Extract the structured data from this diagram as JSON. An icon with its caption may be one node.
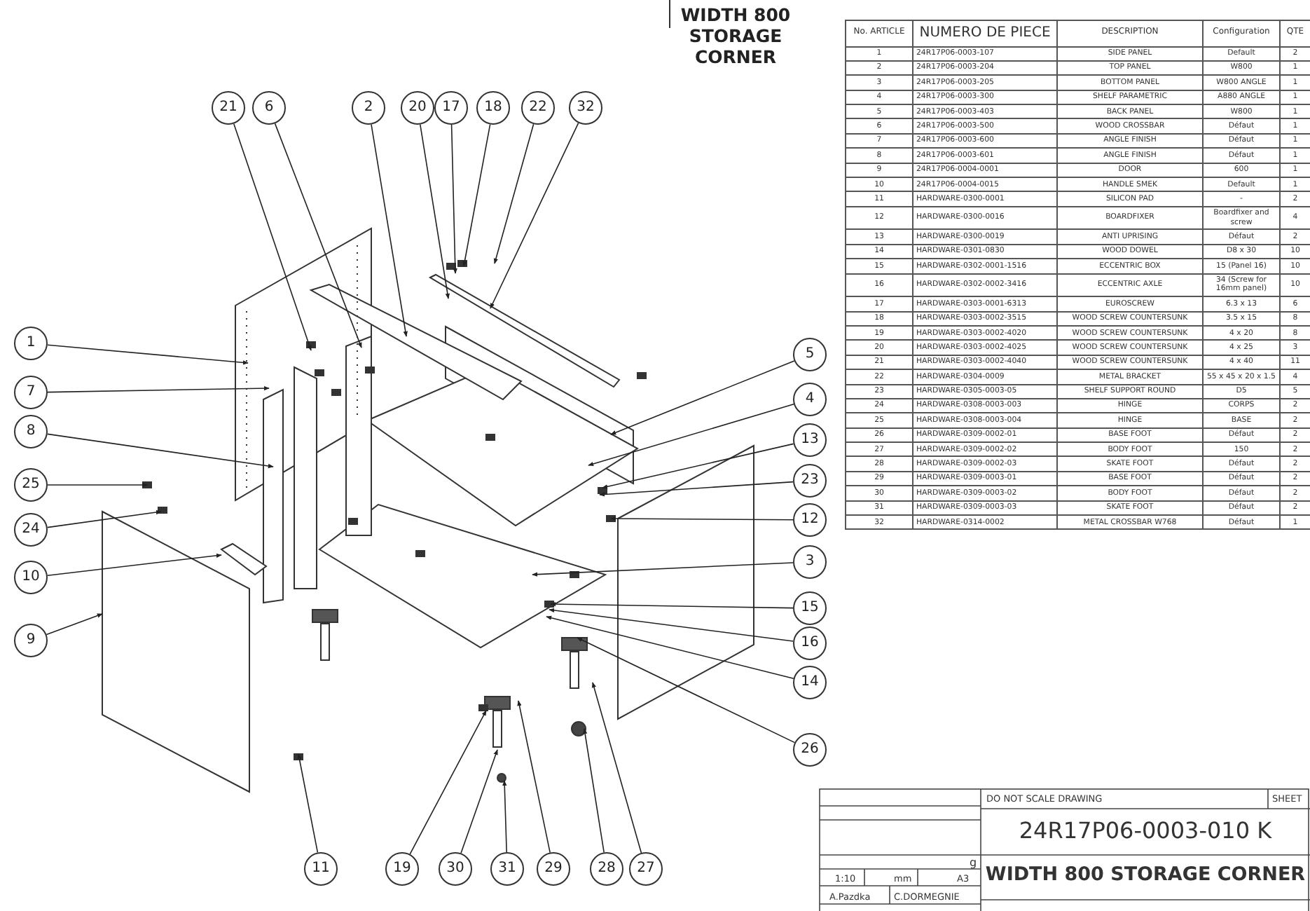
{
  "diagram": {
    "title": "WIDTH 800 STORAGE CORNER",
    "nodes": [
      {
        "text": [
          "21"
        ]
      },
      {
        "text": [
          "6"
        ]
      },
      {
        "text": [
          "2"
        ]
      },
      {
        "text": [
          "20"
        ]
      },
      {
        "text": [
          "17"
        ]
      },
      {
        "text": [
          "18"
        ]
      },
      {
        "text": [
          "22"
        ]
      },
      {
        "text": [
          "32"
        ]
      },
      {
        "text": [
          "1"
        ]
      },
      {
        "text": [
          "7"
        ]
      },
      {
        "text": [
          "8"
        ]
      },
      {
        "text": [
          "25"
        ]
      },
      {
        "text": [
          "24"
        ]
      },
      {
        "text": [
          "10"
        ]
      },
      {
        "text": [
          "9"
        ]
      },
      {
        "text": [
          "5"
        ]
      },
      {
        "text": [
          "4"
        ]
      },
      {
        "text": [
          "13"
        ]
      },
      {
        "text": [
          "23"
        ]
      },
      {
        "text": [
          "12"
        ]
      },
      {
        "text": [
          "3"
        ]
      },
      {
        "text": [
          "15"
        ]
      },
      {
        "text": [
          "16"
        ]
      },
      {
        "text": [
          "14"
        ]
      },
      {
        "text": [
          "26"
        ]
      },
      {
        "text": [
          "11"
        ]
      },
      {
        "text": [
          "19"
        ]
      },
      {
        "text": [
          "30"
        ]
      },
      {
        "text": [
          "31"
        ]
      },
      {
        "text": [
          "29"
        ]
      },
      {
        "text": [
          "28"
        ]
      },
      {
        "text": [
          "27"
        ]
      }
    ],
    "edges": [
      {
        "from": 0,
        "to": null,
        "arrow": "to"
      },
      {
        "from": 1,
        "to": null,
        "arrow": "to"
      },
      {
        "from": 2,
        "to": null,
        "arrow": "to"
      },
      {
        "from": 3,
        "to": null,
        "arrow": "to"
      },
      {
        "from": 4,
        "to": null,
        "arrow": "to"
      },
      {
        "from": 5,
        "to": null,
        "arrow": "to"
      },
      {
        "from": 6,
        "to": null,
        "arrow": "to"
      },
      {
        "from": 7,
        "to": null,
        "arrow": "to"
      },
      {
        "from": 8,
        "to": null,
        "arrow": "to"
      },
      {
        "from": 9,
        "to": null,
        "arrow": "to"
      },
      {
        "from": 10,
        "to": null,
        "arrow": "to"
      },
      {
        "from": 11,
        "to": null,
        "arrow": "to"
      },
      {
        "from": 12,
        "to": null,
        "arrow": "to"
      },
      {
        "from": 13,
        "to": null,
        "arrow": "to"
      },
      {
        "from": 14,
        "to": null,
        "arrow": "to"
      },
      {
        "from": 15,
        "to": null,
        "arrow": "to"
      },
      {
        "from": 16,
        "to": null,
        "arrow": "to"
      },
      {
        "from": 17,
        "to": null,
        "arrow": "to"
      },
      {
        "from": 18,
        "to": null,
        "arrow": "to"
      },
      {
        "from": 19,
        "to": null,
        "arrow": "to"
      },
      {
        "from": 20,
        "to": null,
        "arrow": "to"
      },
      {
        "from": 21,
        "to": null,
        "arrow": "to"
      },
      {
        "from": 22,
        "to": null,
        "arrow": "to"
      },
      {
        "from": 23,
        "to": null,
        "arrow": "to"
      },
      {
        "from": 24,
        "to": null,
        "arrow": "to"
      },
      {
        "from": 25,
        "to": null,
        "arrow": "to"
      },
      {
        "from": 26,
        "to": null,
        "arrow": "to"
      },
      {
        "from": 27,
        "to": null,
        "arrow": "to"
      },
      {
        "from": 28,
        "to": null,
        "arrow": "to"
      },
      {
        "from": 29,
        "to": null,
        "arrow": "to"
      },
      {
        "from": 30,
        "to": null,
        "arrow": "to"
      },
      {
        "from": 31,
        "to": null,
        "arrow": "to"
      }
    ],
    "labels": [
      "No. ARTICLE",
      "NUMERO DE PIECE",
      "DESCRIPTION",
      "Configuration",
      "QTE",
      "1",
      "24R17P06-0003-107",
      "SIDE PANEL",
      "Default",
      "2",
      "2",
      "24R17P06-0003-204",
      "TOP PANEL",
      "W800",
      "1",
      "3",
      "24R17P06-0003-205",
      "BOTTOM PANEL",
      "W800 ANGLE",
      "1",
      "4",
      "24R17P06-0003-300",
      "SHELF PARAMETRIC",
      "A880 ANGLE",
      "1",
      "5",
      "24R17P06-0003-403",
      "BACK PANEL",
      "W800",
      "1",
      "6",
      "24R17P06-0003-500",
      "WOOD CROSSBAR",
      "Défaut",
      "1",
      "7",
      "24R17P06-0003-600",
      "ANGLE FINISH",
      "Défaut",
      "1",
      "8",
      "24R17P06-0003-601",
      "ANGLE FINISH",
      "Défaut",
      "1",
      "9",
      "24R17P06-0004-0001",
      "DOOR",
      "600",
      "1",
      "10",
      "24R17P06-0004-0015",
      "HANDLE SMEK",
      "Default",
      "1",
      "11",
      "HARDWARE-0300-0001",
      "SILICON PAD",
      "-",
      "2",
      "12",
      "HARDWARE-0300-0016",
      "BOARDFIXER",
      "Boardfixer and screw",
      "4",
      "13",
      "HARDWARE-0300-0019",
      "ANTI UPRISING",
      "Défaut",
      "2",
      "14",
      "HARDWARE-0301-0830",
      "WOOD DOWEL",
      "D8 x 30",
      "10",
      "15",
      "HARDWARE-0302-0001-1516",
      "ECCENTRIC BOX",
      "15 (Panel 16)",
      "10",
      "16",
      "HARDWARE-0302-0002-3416",
      "ECCENTRIC AXLE",
      "34 (Screw for 16mm panel)",
      "10",
      "17",
      "HARDWARE-0303-0001-6313",
      "EUROSCREW",
      "6.3 x 13",
      "6",
      "18",
      "HARDWARE-0303-0002-3515",
      "WOOD SCREW COUNTERSUNK",
      "3.5 x 15",
      "8",
      "19",
      "HARDWARE-0303-0002-4020",
      "WOOD SCREW COUNTERSUNK",
      "4 x 20",
      "8",
      "20",
      "HARDWARE-0303-0002-4025",
      "WOOD SCREW COUNTERSUNK",
      "4 x 25",
      "3",
      "21",
      "HARDWARE-0303-0002-4040",
      "WOOD SCREW COUNTERSUNK",
      "4 x 40",
      "11",
      "22",
      "HARDWARE-0304-0009",
      "METAL BRACKET",
      "55 x 45 x 20 x 1.5",
      "4",
      "23",
      "HARDWARE-0305-0003-05",
      "SHELF SUPPORT ROUND",
      "D5",
      "5",
      "24",
      "HARDWARE-0308-0003-003",
      "HINGE",
      "CORPS",
      "2",
      "25",
      "HARDWARE-0308-0003-004",
      "HINGE",
      "BASE",
      "2",
      "26",
      "HARDWARE-0309-0002-01",
      "BASE FOOT",
      "Défaut",
      "2",
      "27",
      "HARDWARE-0309-0002-02",
      "BODY FOOT",
      "150",
      "2",
      "28",
      "HARDWARE-0309-0002-03",
      "SKATE FOOT",
      "Défaut",
      "2",
      "29",
      "HARDWARE-0309-0003-01",
      "BASE FOOT",
      "Défaut",
      "2",
      "30",
      "HARDWARE-0309-0003-02",
      "BODY FOOT",
      "Défaut",
      "2",
      "31",
      "HARDWARE-0309-0003-03",
      "SKATE FOOT",
      "Défaut",
      "2",
      "32",
      "HARDWARE-0314-0002",
      "METAL CROSSBAR W768",
      "Défaut",
      "1",
      "DO NOT SCALE DRAWING",
      "SHEET",
      "24R17P06-0003-010 K",
      "g",
      "1:10",
      "mm",
      "A3",
      "WIDTH 800 STORAGE CORNER",
      "A.Pazdka",
      "C.DORMEGNIE"
    ]
  }
}
